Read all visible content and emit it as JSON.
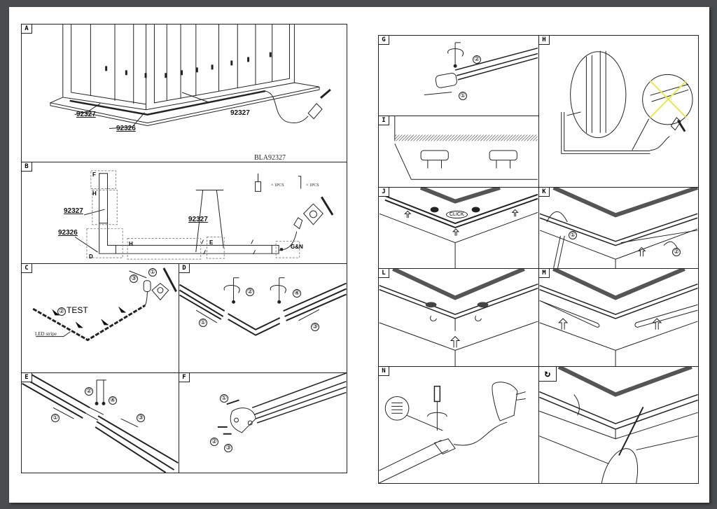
{
  "document": {
    "model_code": "BLA92327",
    "panels": {
      "A": {
        "label": "A",
        "parts": [
          "92327",
          "92326",
          "92327"
        ]
      },
      "B": {
        "label": "B",
        "parts": {
          "vertical": "92327",
          "corner": "92326",
          "horizontal": "92327"
        },
        "detail_boxes": [
          "F",
          "H",
          "D",
          "H",
          "E",
          "G&N"
        ],
        "tools": [
          {
            "icon": "screwdriver-icon",
            "qty": "× 1PCS"
          },
          {
            "icon": "allen-key-icon",
            "qty": "× 1PCS"
          }
        ]
      },
      "C": {
        "label": "C",
        "test_label": "TEST",
        "led_label": "LED stripe",
        "steps": [
          "①",
          "②",
          "③"
        ]
      },
      "D": {
        "label": "D",
        "steps": [
          "①",
          "②",
          "③",
          "④"
        ]
      },
      "E": {
        "label": "E",
        "steps": [
          "①",
          "②",
          "③",
          "④"
        ]
      },
      "F": {
        "label": "F",
        "steps": [
          "①",
          "②",
          "③"
        ]
      },
      "G": {
        "label": "G",
        "steps": [
          "①",
          "②"
        ]
      },
      "H": {
        "label": "H"
      },
      "I": {
        "label": "I"
      },
      "J": {
        "label": "J",
        "click_text": "CLICK"
      },
      "K": {
        "label": "K",
        "steps": [
          "①",
          "②"
        ]
      },
      "L": {
        "label": "L"
      },
      "M": {
        "label": "M"
      },
      "N": {
        "label": "N"
      },
      "O": {
        "icon": "rotate-icon"
      }
    },
    "colors": {
      "page": "#ffffff",
      "background": "#4a4d50",
      "line": "#222222",
      "warning_cross": "#e8e84a"
    }
  }
}
